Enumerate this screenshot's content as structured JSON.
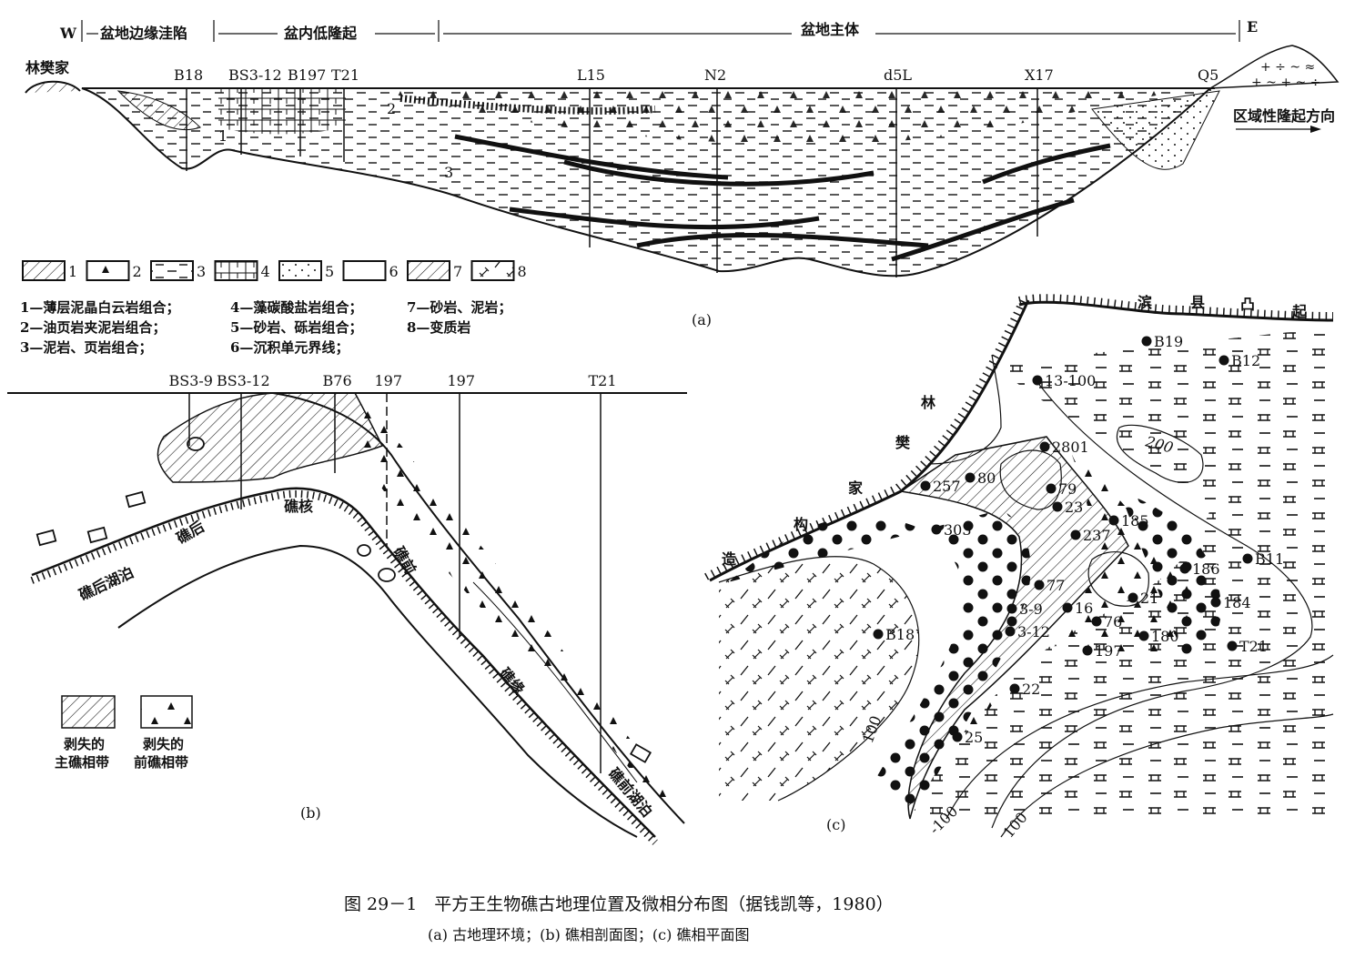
{
  "panel_a": {
    "label": "(a)",
    "west": "W",
    "east": "E",
    "zones": [
      "盆地边缘洼陷",
      "盆内低隆起",
      "盆地主体"
    ],
    "left_place": "林樊家",
    "uplift_direction": "区域性隆起方向",
    "wells": [
      "B18",
      "BS3-12",
      "B197",
      "T21",
      "L15",
      "N2",
      "d5L",
      "X17",
      "Q5"
    ],
    "unit_numbers": [
      "1",
      "2",
      "3"
    ],
    "legend_numbers": [
      "1",
      "2",
      "3",
      "4",
      "5",
      "6",
      "7",
      "8"
    ],
    "legend_text": [
      "1—薄层泥晶白云岩组合；",
      "2—油页岩夹泥岩组合；",
      "3—泥岩、页岩组合；",
      "4—藻碳酸盐岩组合；",
      "5—砂岩、砾岩组合；",
      "6—沉积单元界线；",
      "7—砂岩、泥岩；",
      "8—变质岩"
    ]
  },
  "panel_b": {
    "label": "(b)",
    "wells": [
      "BS3-9",
      "BS3-12",
      "B76",
      "197",
      "197",
      "T21"
    ],
    "zones": [
      "礁后",
      "礁核",
      "礁后湖泊",
      "礁前",
      "礁缘",
      "礁前湖泊"
    ],
    "legend": [
      {
        "line1": "剥失的",
        "line2": "主礁相带"
      },
      {
        "line1": "剥失的",
        "line2": "前礁相带"
      }
    ]
  },
  "panel_c": {
    "label": "(c)",
    "uplift_chars": [
      "滨",
      "县",
      "凸",
      "起"
    ],
    "structure_chars": [
      "林",
      "樊",
      "家",
      "构",
      "造"
    ],
    "wells": [
      "B19",
      "B12",
      "13-100",
      "2801",
      "79",
      "23",
      "257",
      "80",
      "303",
      "237",
      "185",
      "186",
      "B11",
      "77",
      "3-9",
      "16",
      "21",
      "3-12",
      "76",
      "184",
      "B18",
      "197",
      "180",
      "T21",
      "22",
      "25"
    ],
    "contours": [
      "200",
      "100",
      "-100",
      "100"
    ]
  },
  "caption": {
    "title": "图 29－1　平方王生物礁古地理位置及微相分布图（据钱凯等，1980）",
    "subtitle": "(a) 古地理环境；(b) 礁相剖面图；(c) 礁相平面图"
  }
}
